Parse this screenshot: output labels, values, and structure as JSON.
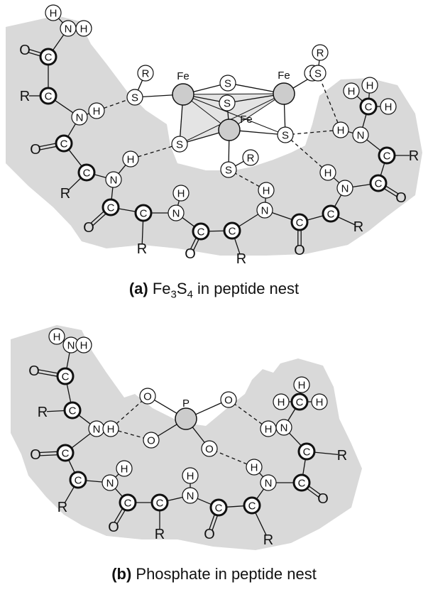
{
  "panels": [
    {
      "caption_tag": "(a)",
      "caption_formula": [
        "Fe",
        "3",
        "S",
        "4"
      ],
      "caption_rest": " in peptide nest",
      "colors": {
        "nest": "#d9d9d9",
        "metal": "#cccccc",
        "face": "#e4e4e4",
        "bond": "#111111"
      },
      "atoms": [
        {
          "id": "H1",
          "label": "H",
          "kind": "plain"
        },
        {
          "id": "N1",
          "label": "N",
          "kind": "plain"
        },
        {
          "id": "H2",
          "label": "H",
          "kind": "plain"
        },
        {
          "id": "O1",
          "label": "O",
          "kind": "text"
        },
        {
          "id": "C1",
          "label": "C",
          "kind": "bold"
        },
        {
          "id": "R1",
          "label": "R",
          "kind": "text"
        },
        {
          "id": "C2",
          "label": "C",
          "kind": "bold"
        },
        {
          "id": "N2",
          "label": "N",
          "kind": "plain"
        },
        {
          "id": "H3",
          "label": "H",
          "kind": "plain"
        },
        {
          "id": "O2",
          "label": "O",
          "kind": "text"
        },
        {
          "id": "C3",
          "label": "C",
          "kind": "bold"
        },
        {
          "id": "C4",
          "label": "C",
          "kind": "bold"
        },
        {
          "id": "R2",
          "label": "R",
          "kind": "text"
        },
        {
          "id": "N3",
          "label": "N",
          "kind": "plain"
        },
        {
          "id": "H4",
          "label": "H",
          "kind": "plain"
        },
        {
          "id": "C5",
          "label": "C",
          "kind": "bold"
        },
        {
          "id": "O3",
          "label": "O",
          "kind": "text"
        },
        {
          "id": "C6",
          "label": "C",
          "kind": "bold"
        },
        {
          "id": "R3",
          "label": "R",
          "kind": "text"
        },
        {
          "id": "N4",
          "label": "N",
          "kind": "plain"
        },
        {
          "id": "H5",
          "label": "H",
          "kind": "plain"
        },
        {
          "id": "C7",
          "label": "C",
          "kind": "bold"
        },
        {
          "id": "O4",
          "label": "O",
          "kind": "text"
        },
        {
          "id": "C8",
          "label": "C",
          "kind": "bold"
        },
        {
          "id": "R4",
          "label": "R",
          "kind": "text"
        },
        {
          "id": "N5",
          "label": "N",
          "kind": "plain"
        },
        {
          "id": "H6",
          "label": "H",
          "kind": "plain"
        },
        {
          "id": "C9",
          "label": "C",
          "kind": "bold"
        },
        {
          "id": "O5",
          "label": "O",
          "kind": "text"
        },
        {
          "id": "C10",
          "label": "C",
          "kind": "bold"
        },
        {
          "id": "R5",
          "label": "R",
          "kind": "text"
        },
        {
          "id": "N6",
          "label": "N",
          "kind": "plain"
        },
        {
          "id": "H7",
          "label": "H",
          "kind": "plain"
        },
        {
          "id": "C11",
          "label": "C",
          "kind": "bold"
        },
        {
          "id": "O6",
          "label": "O",
          "kind": "text"
        },
        {
          "id": "C12",
          "label": "C",
          "kind": "bold"
        },
        {
          "id": "R6",
          "label": "R",
          "kind": "text"
        },
        {
          "id": "N7",
          "label": "N",
          "kind": "plain"
        },
        {
          "id": "H8",
          "label": "H",
          "kind": "plain"
        },
        {
          "id": "C13",
          "label": "C",
          "kind": "bold"
        },
        {
          "id": "H9",
          "label": "H",
          "kind": "plain"
        },
        {
          "id": "H10",
          "label": "H",
          "kind": "plain"
        },
        {
          "id": "H11",
          "label": "H",
          "kind": "plain"
        },
        {
          "id": "S1",
          "label": "S",
          "kind": "plain"
        },
        {
          "id": "S2",
          "label": "S",
          "kind": "plain"
        },
        {
          "id": "S3",
          "label": "S",
          "kind": "plain"
        },
        {
          "id": "S4",
          "label": "S",
          "kind": "plain"
        },
        {
          "id": "S5",
          "label": "S",
          "kind": "plain"
        },
        {
          "id": "S6",
          "label": "S",
          "kind": "plain"
        },
        {
          "id": "S7",
          "label": "S",
          "kind": "plain"
        },
        {
          "id": "S8",
          "label": "S",
          "kind": "plain"
        },
        {
          "id": "Ra",
          "label": "R",
          "kind": "plain"
        },
        {
          "id": "Rb",
          "label": "R",
          "kind": "plain"
        },
        {
          "id": "Rc",
          "label": "R",
          "kind": "plain"
        },
        {
          "id": "Fe1",
          "label": "Fe",
          "kind": "metal"
        },
        {
          "id": "Fe2",
          "label": "Fe",
          "kind": "metal"
        },
        {
          "id": "Fe3",
          "label": "Fe",
          "kind": "metal"
        }
      ]
    },
    {
      "caption_tag": "(b)",
      "caption_formula": [],
      "caption_rest": " Phosphate in peptide nest",
      "colors": {
        "nest": "#d9d9d9",
        "metal": "#cccccc",
        "face": "#e4e4e4",
        "bond": "#111111"
      },
      "atoms": [
        {
          "id": "H1",
          "label": "H",
          "kind": "plain"
        },
        {
          "id": "N1",
          "label": "N",
          "kind": "plain"
        },
        {
          "id": "H2",
          "label": "H",
          "kind": "plain"
        },
        {
          "id": "O1",
          "label": "O",
          "kind": "text"
        },
        {
          "id": "C1",
          "label": "C",
          "kind": "bold"
        },
        {
          "id": "R1",
          "label": "R",
          "kind": "text"
        },
        {
          "id": "C2",
          "label": "C",
          "kind": "bold"
        },
        {
          "id": "N2",
          "label": "N",
          "kind": "plain"
        },
        {
          "id": "H3",
          "label": "H",
          "kind": "plain"
        },
        {
          "id": "O2",
          "label": "O",
          "kind": "text"
        },
        {
          "id": "C3",
          "label": "C",
          "kind": "bold"
        },
        {
          "id": "C4",
          "label": "C",
          "kind": "bold"
        },
        {
          "id": "R2",
          "label": "R",
          "kind": "text"
        },
        {
          "id": "N3",
          "label": "N",
          "kind": "plain"
        },
        {
          "id": "H4",
          "label": "H",
          "kind": "plain"
        },
        {
          "id": "C5",
          "label": "C",
          "kind": "bold"
        },
        {
          "id": "O3",
          "label": "O",
          "kind": "text"
        },
        {
          "id": "C6",
          "label": "C",
          "kind": "bold"
        },
        {
          "id": "R3",
          "label": "R",
          "kind": "text"
        },
        {
          "id": "N4",
          "label": "N",
          "kind": "plain"
        },
        {
          "id": "H5",
          "label": "H",
          "kind": "plain"
        },
        {
          "id": "C7",
          "label": "C",
          "kind": "bold"
        },
        {
          "id": "O4",
          "label": "O",
          "kind": "text"
        },
        {
          "id": "C8",
          "label": "C",
          "kind": "bold"
        },
        {
          "id": "R4",
          "label": "R",
          "kind": "text"
        },
        {
          "id": "N5",
          "label": "N",
          "kind": "plain"
        },
        {
          "id": "H6",
          "label": "H",
          "kind": "plain"
        },
        {
          "id": "C9",
          "label": "C",
          "kind": "bold"
        },
        {
          "id": "O5",
          "label": "O",
          "kind": "text"
        },
        {
          "id": "C10",
          "label": "C",
          "kind": "bold"
        },
        {
          "id": "R5",
          "label": "R",
          "kind": "text"
        },
        {
          "id": "N6",
          "label": "N",
          "kind": "plain"
        },
        {
          "id": "H7",
          "label": "H",
          "kind": "plain"
        },
        {
          "id": "C11",
          "label": "C",
          "kind": "bold"
        },
        {
          "id": "H8",
          "label": "H",
          "kind": "plain"
        },
        {
          "id": "H9",
          "label": "H",
          "kind": "plain"
        },
        {
          "id": "H10",
          "label": "H",
          "kind": "plain"
        },
        {
          "id": "O6",
          "label": "O",
          "kind": "plain"
        },
        {
          "id": "O7",
          "label": "O",
          "kind": "plain"
        },
        {
          "id": "O8",
          "label": "O",
          "kind": "plain"
        },
        {
          "id": "O9",
          "label": "O",
          "kind": "plain"
        },
        {
          "id": "P1",
          "label": "P",
          "kind": "metal"
        }
      ]
    }
  ]
}
